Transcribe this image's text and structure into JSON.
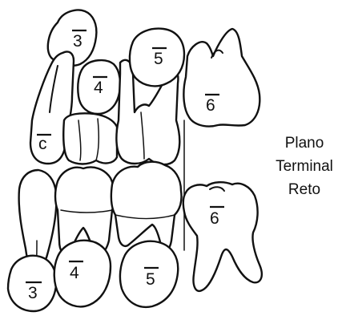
{
  "labels": {
    "upper_primary_canine_erupting": "3",
    "upper_first_premolar_bud": "4",
    "upper_second_premolar_bud": "5",
    "upper_first_molar": "6",
    "upper_primary_canine": "c",
    "lower_canine_bud": "3",
    "lower_first_premolar_bud": "4",
    "lower_second_premolar_bud": "5",
    "lower_first_molar": "6"
  },
  "caption": {
    "line1": "Plano",
    "line2": "Terminal",
    "line3": "Reto"
  }
}
